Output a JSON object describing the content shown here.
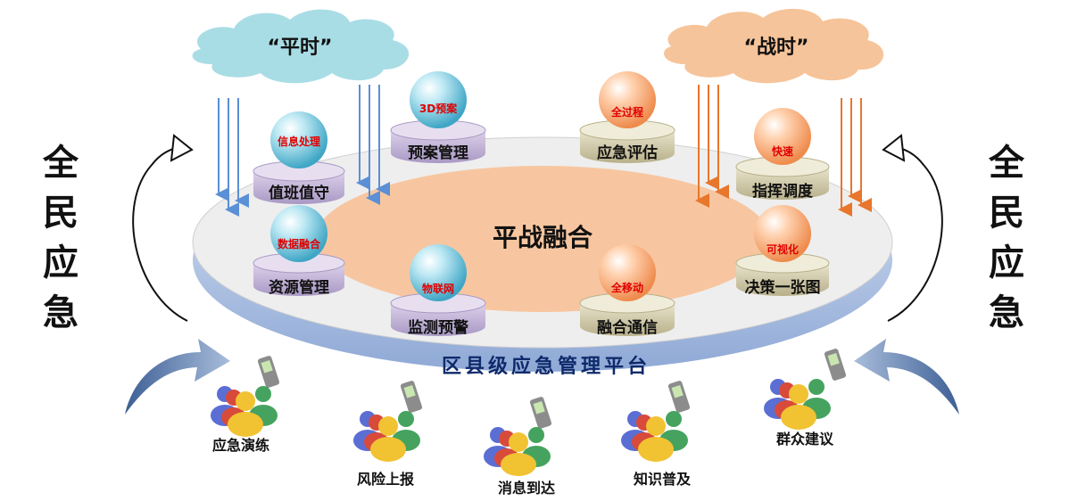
{
  "left_cloud": {
    "label": "“平时”"
  },
  "right_cloud": {
    "label": "“战时”"
  },
  "left_side_text": [
    "全",
    "民",
    "应",
    "急"
  ],
  "right_side_text": [
    "全",
    "民",
    "应",
    "急"
  ],
  "center_label": "平战融合",
  "platform_label": "区县级应急管理平台",
  "modules": [
    {
      "label": "值班值守",
      "badge": "信息处理",
      "theme": "purple"
    },
    {
      "label": "预案管理",
      "badge": "3D预案",
      "theme": "purple"
    },
    {
      "label": "资源管理",
      "badge": "数据融合",
      "theme": "purple"
    },
    {
      "label": "监测预警",
      "badge": "物联网",
      "theme": "purple"
    },
    {
      "label": "应急评估",
      "badge": "全过程",
      "theme": "olive"
    },
    {
      "label": "指挥调度",
      "badge": "快速",
      "theme": "olive"
    },
    {
      "label": "融合通信",
      "badge": "全移动",
      "theme": "olive"
    },
    {
      "label": "决策一张图",
      "badge": "可视化",
      "theme": "olive"
    }
  ],
  "people": [
    {
      "label": "应急演练"
    },
    {
      "label": "风险上报"
    },
    {
      "label": "消息到达"
    },
    {
      "label": "知识普及"
    },
    {
      "label": "群众建议"
    }
  ],
  "colors": {
    "cloud_left": "#a9dde6",
    "cloud_right": "#f6c49a",
    "arrow_blue": "#5b8fd6",
    "arrow_orange": "#e8762b",
    "platform_blue": "#b9cde8",
    "center_orange": "#f7c6a0",
    "badge_red": "#e00000"
  }
}
